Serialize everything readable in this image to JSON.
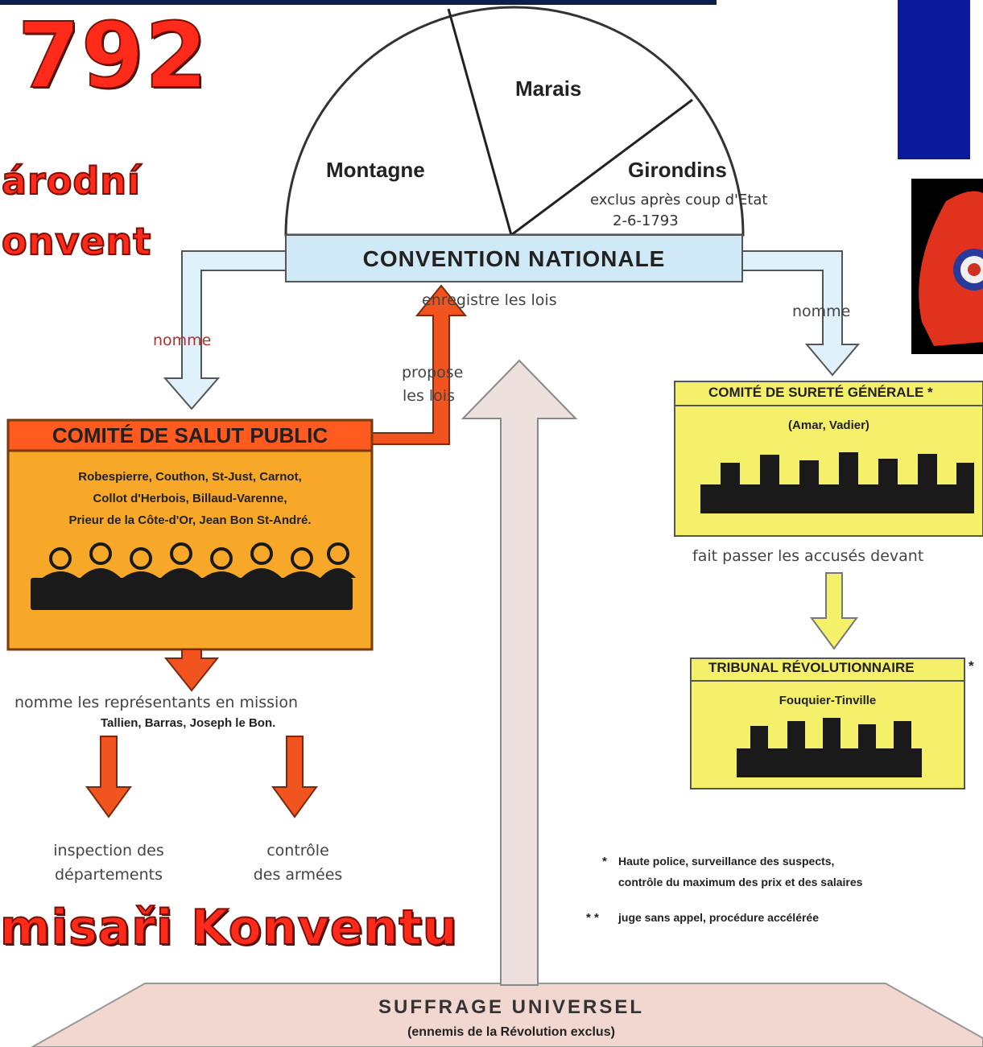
{
  "headline": {
    "year": "792",
    "subtitle_line1": "árodní",
    "subtitle_line2": "onvent",
    "bottom": "misaři Konventu"
  },
  "parliament": {
    "sections": [
      "Montagne",
      "Marais",
      "Girondins"
    ],
    "girondins_note_line1": "exclus après coup d'Etat",
    "girondins_note_line2": "2-6-1793",
    "bar_title": "CONVENTION NATIONALE",
    "bar_note": "enregistre les lois"
  },
  "arrows": {
    "left_nomme": "nomme",
    "right_nomme": "nomme",
    "propose_line1": "propose",
    "propose_line2": "les lois"
  },
  "csp": {
    "title": "COMITÉ DE SALUT PUBLIC",
    "members_line1": "Robespierre, Couthon, St-Just, Carnot,",
    "members_line2": "Collot d'Herbois, Billaud-Varenne,",
    "members_line3": "Prieur de la Côte-d'Or, Jean Bon St-André."
  },
  "missions": {
    "title": "nomme les représentants en mission",
    "names": "Tallien, Barras, Joseph le Bon.",
    "left_line1": "inspection des",
    "left_line2": "départements",
    "right_line1": "contrôle",
    "right_line2": "des armées"
  },
  "csg": {
    "title": "COMITÉ DE SURETÉ GÉNÉRALE *",
    "members": "(Amar, Vadier)",
    "note": "fait passer les accusés devant"
  },
  "tribunal": {
    "title": "TRIBUNAL RÉVOLUTIONNAIRE",
    "star": "*",
    "members": "Fouquier-Tinville"
  },
  "footnotes": {
    "star1_mark": "*",
    "star1_line1": "Haute police, surveillance  des suspects,",
    "star1_line2": "contrôle du maximum des prix et des salaires",
    "star2_mark": "* *",
    "star2_text": "juge sans appel, procédure accélérée"
  },
  "base": {
    "title": "SUFFRAGE UNIVERSEL",
    "subtitle": "(ennemis de la Révolution exclus)"
  },
  "colors": {
    "blue_panel": "#0a1a9a",
    "cap_red": "#e0321c",
    "csp_header": "#ff5a1f",
    "csp_body": "#f7a828",
    "yellow_box": "#f5f06a",
    "convention_bar": "#cfe9f6",
    "orange_arrow": "#f2541f",
    "light_blue_arrow": "#dff1fa",
    "base_pink": "#f2d6d0"
  }
}
